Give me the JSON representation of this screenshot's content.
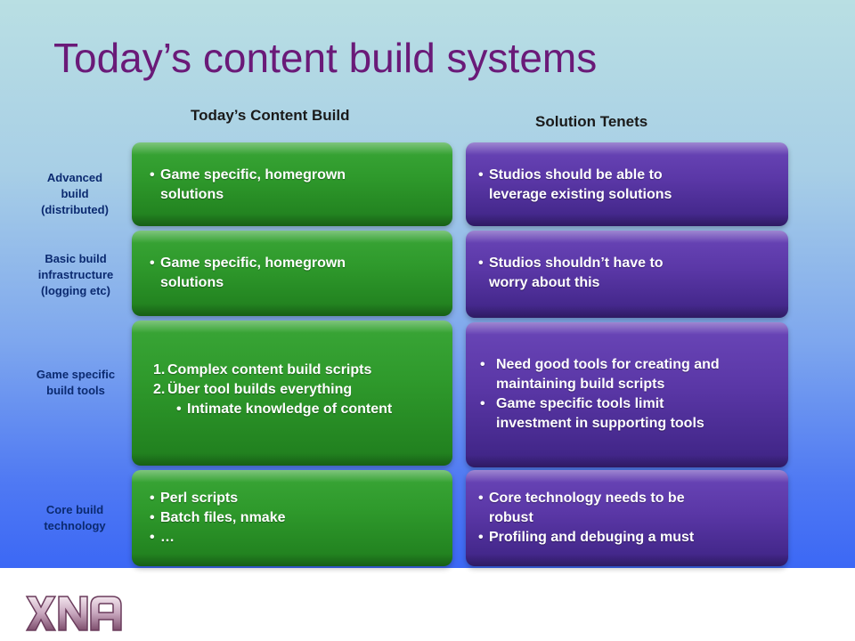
{
  "title": "Today’s content build systems",
  "columns": {
    "left_header": "Today’s Content Build",
    "right_header": "Solution Tenets"
  },
  "rows": [
    {
      "label": [
        "Advanced",
        "build",
        "(distributed)"
      ],
      "left": {
        "bullets": [
          "Game specific, homegrown",
          "solutions"
        ]
      },
      "right": {
        "bullets": [
          "Studios should be able to",
          "leverage existing solutions"
        ]
      }
    },
    {
      "label": [
        "Basic build",
        "infrastructure",
        "(logging etc)"
      ],
      "left": {
        "bullets": [
          "Game specific, homegrown",
          "solutions"
        ]
      },
      "right": {
        "bullets": [
          "Studios shouldn’t have to",
          "worry about this"
        ]
      }
    },
    {
      "label": [
        "Game specific",
        "build tools"
      ],
      "left": {
        "numbered": [
          "Complex content build scripts",
          "Über tool builds everything"
        ],
        "sub_bullet": "Intimate knowledge of content"
      },
      "right": {
        "bullets": [
          "Need good tools for creating and",
          "maintaining build scripts",
          "Game specific tools limit",
          "investment in supporting tools"
        ]
      }
    },
    {
      "label": [
        "Core build",
        "technology"
      ],
      "left": {
        "bullets": [
          "Perl scripts",
          "Batch files, nmake",
          "…"
        ]
      },
      "right": {
        "bullets": [
          "Core technology needs to be",
          "robust",
          "Profiling and debuging a must"
        ]
      }
    }
  ],
  "logo": {
    "text": "XNA"
  }
}
